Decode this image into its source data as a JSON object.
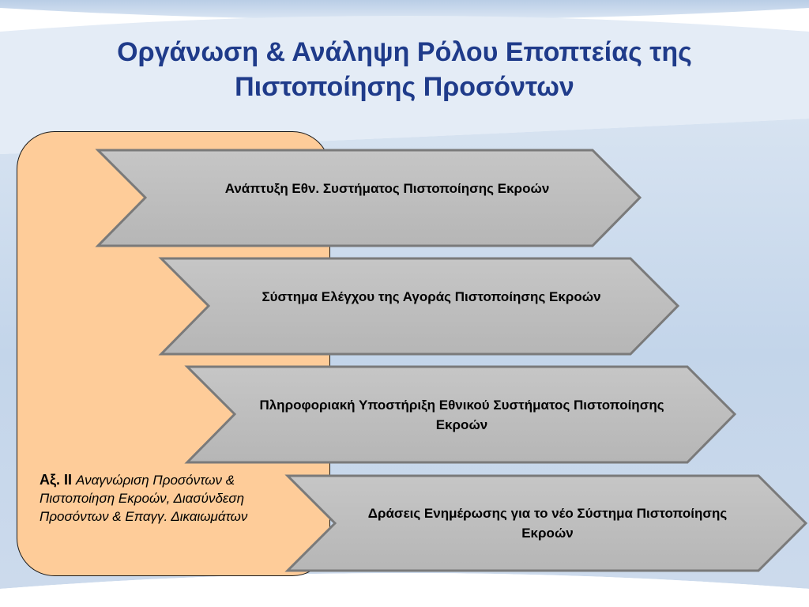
{
  "slide": {
    "title_line1": "Οργάνωση & Ανάληψη Ρόλου Εποπτείας της",
    "title_line2": "Πιστοποίησης Προσόντων"
  },
  "axis": {
    "code": "Αξ. ΙΙ",
    "description": "Αναγνώριση Προσόντων & Πιστοποίηση Εκροών, Διασύνδεση Προσόντων & Επαγγ. Δικαιωμάτων"
  },
  "actions": [
    {
      "text": "Ανάπτυξη Εθν. Συστήματος Πιστοποίησης Εκροών"
    },
    {
      "text": "Σύστημα Ελέγχου της Αγοράς Πιστοποίησης Εκροών"
    },
    {
      "text": "Πληροφοριακή Υποστήριξη Εθνικού Συστήματος Πιστοποίησης Εκροών"
    },
    {
      "text": "Δράσεις Ενημέρωσης για το νέο Σύστημα Πιστοποίησης Εκροών"
    }
  ],
  "colors": {
    "title": "#1f3b8a",
    "axis_fill": "#fecc99",
    "chevron_fill": "#bfbfbf",
    "chevron_border": "#7a7a7a",
    "background_band": "#c9d9ec"
  }
}
